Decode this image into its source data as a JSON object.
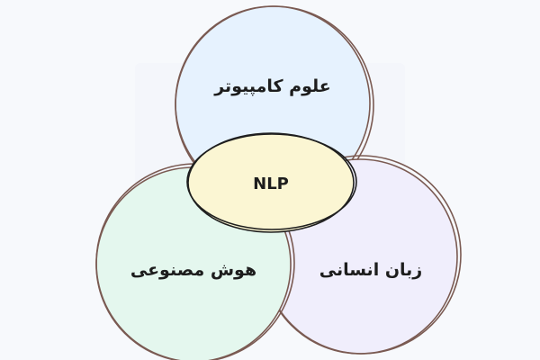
{
  "diagram": {
    "circles": [
      {
        "id": "computer-science",
        "label": "علوم کامپیوتر",
        "fill": "#e6f2fe"
      },
      {
        "id": "linguistics",
        "label": "زبان انسانی",
        "fill": "#f0eefc"
      },
      {
        "id": "ai",
        "label": "هوش مصنوعی",
        "fill": "#e4f7ee"
      }
    ],
    "center": {
      "label": "NLP",
      "fill": "#fbf6d3"
    }
  },
  "colors": {
    "background": "#f7f9fc",
    "circle_stroke": "#7a5a52",
    "center_stroke": "#1e1e1e"
  }
}
